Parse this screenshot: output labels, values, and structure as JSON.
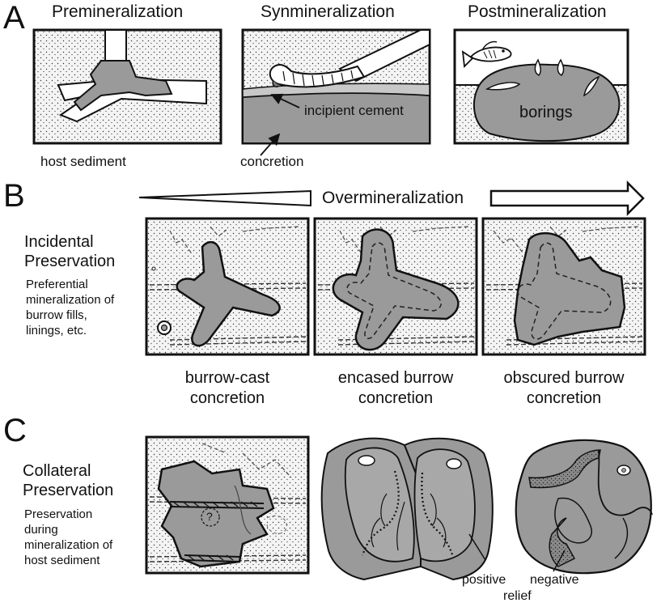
{
  "colors": {
    "fill_gray": "#9a9a9a",
    "fill_dark": "#7c7c7c",
    "sediment": "#f2f2f2",
    "stroke": "#111111",
    "background": "#ffffff"
  },
  "panel_a": {
    "letter": "A",
    "titles": [
      "Premineralization",
      "Synmineralization",
      "Postmineralization"
    ],
    "labels": {
      "host_sediment": "host sediment",
      "incipient_cement": "incipient cement",
      "concretion": "concretion",
      "borings": "borings"
    },
    "icons": [
      "fish-icon"
    ]
  },
  "panel_b": {
    "letter": "B",
    "arrow_label": "Overmineralization",
    "side_title": [
      "Incidental",
      "Preservation"
    ],
    "side_desc": [
      "Preferential",
      "mineralization of",
      "burrow fills,",
      "linings, etc."
    ],
    "captions": [
      [
        "burrow-cast",
        "concretion"
      ],
      [
        "encased burrow",
        "concretion"
      ],
      [
        "obscured burrow",
        "concretion"
      ]
    ]
  },
  "panel_c": {
    "letter": "C",
    "side_title": [
      "Collateral",
      "Preservation"
    ],
    "side_desc": [
      "Preservation",
      "during",
      "mineralization of",
      "host sediment"
    ],
    "labels": {
      "question": "?",
      "positive": "positive",
      "negative": "negative",
      "relief": "relief"
    }
  }
}
